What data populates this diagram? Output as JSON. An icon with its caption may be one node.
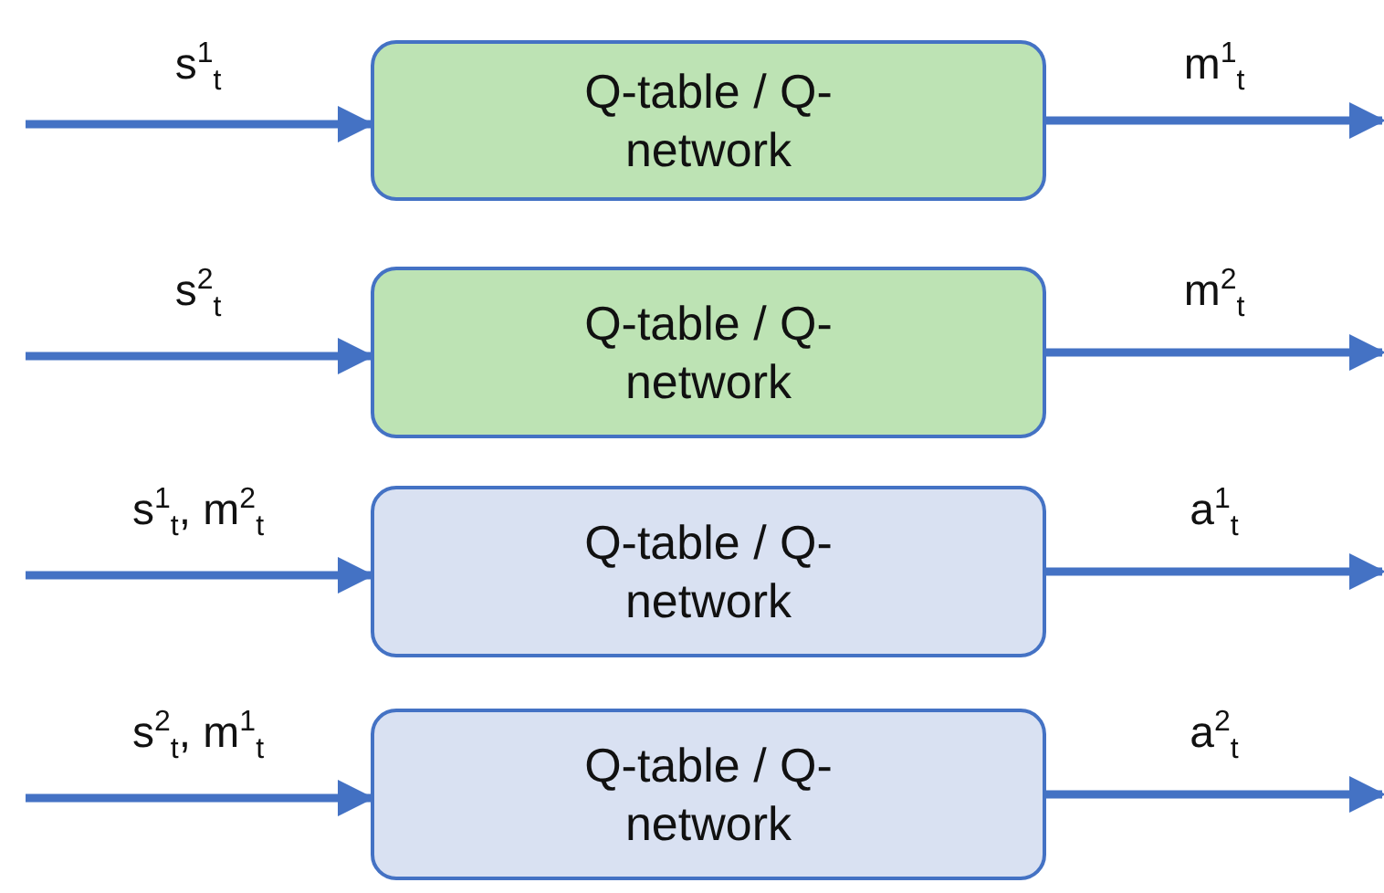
{
  "diagram": {
    "nodes": [
      {
        "text": [
          "Q-table / Q- network"
        ]
      },
      {
        "text": [
          "Q-table / Q- network"
        ]
      },
      {
        "text": [
          "Q-table / Q- network"
        ]
      },
      {
        "text": [
          "Q-table / Q- network"
        ]
      }
    ],
    "edges": [
      {
        "from": null,
        "to": 0,
        "arrow": "to",
        "label": "s$^{1}$$_{t}$"
      },
      {
        "from": 0,
        "to": null,
        "arrow": "to",
        "label": "m$^{1}$$_{t}$"
      },
      {
        "from": null,
        "to": 1,
        "arrow": "to",
        "label": "s$^{2}$$_{t}$"
      },
      {
        "from": 1,
        "to": null,
        "arrow": "to",
        "label": "m$^{2}$$_{t}$"
      },
      {
        "from": null,
        "to": 2,
        "arrow": "to",
        "label": "s$^{1}$$_{t}$, m$^{2}$$_{t}$"
      },
      {
        "from": 2,
        "to": null,
        "arrow": "to",
        "label": "a$^{1}$$_{t}$"
      },
      {
        "from": null,
        "to": 3,
        "arrow": "to",
        "label": "s$^{2}$$_{t}$, m$^{1}$$_{t}$"
      },
      {
        "from": 3,
        "to": null,
        "arrow": "to",
        "label": "a$^{2}$$_{t}$"
      }
    ]
  }
}
